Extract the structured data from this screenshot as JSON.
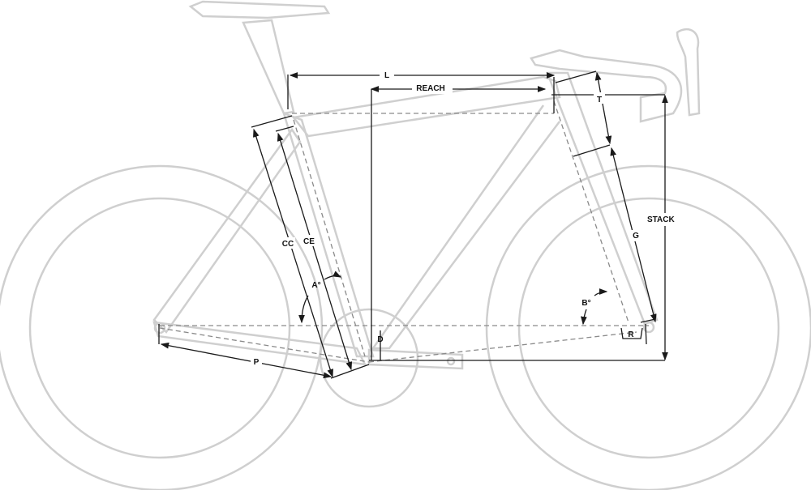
{
  "diagram": {
    "title_hidden": "",
    "labels": {
      "L": "L",
      "REACH": "REACH",
      "T": "T",
      "STACK": "STACK",
      "G": "G",
      "CC": "CC",
      "CE": "CE",
      "A": "A°",
      "B": "B°",
      "D": "D",
      "R": "R",
      "P": "P"
    },
    "colors": {
      "frame": "#cfcfcf",
      "dimension": "#1a1a1a",
      "dashed": "#8a8a8a"
    }
  }
}
